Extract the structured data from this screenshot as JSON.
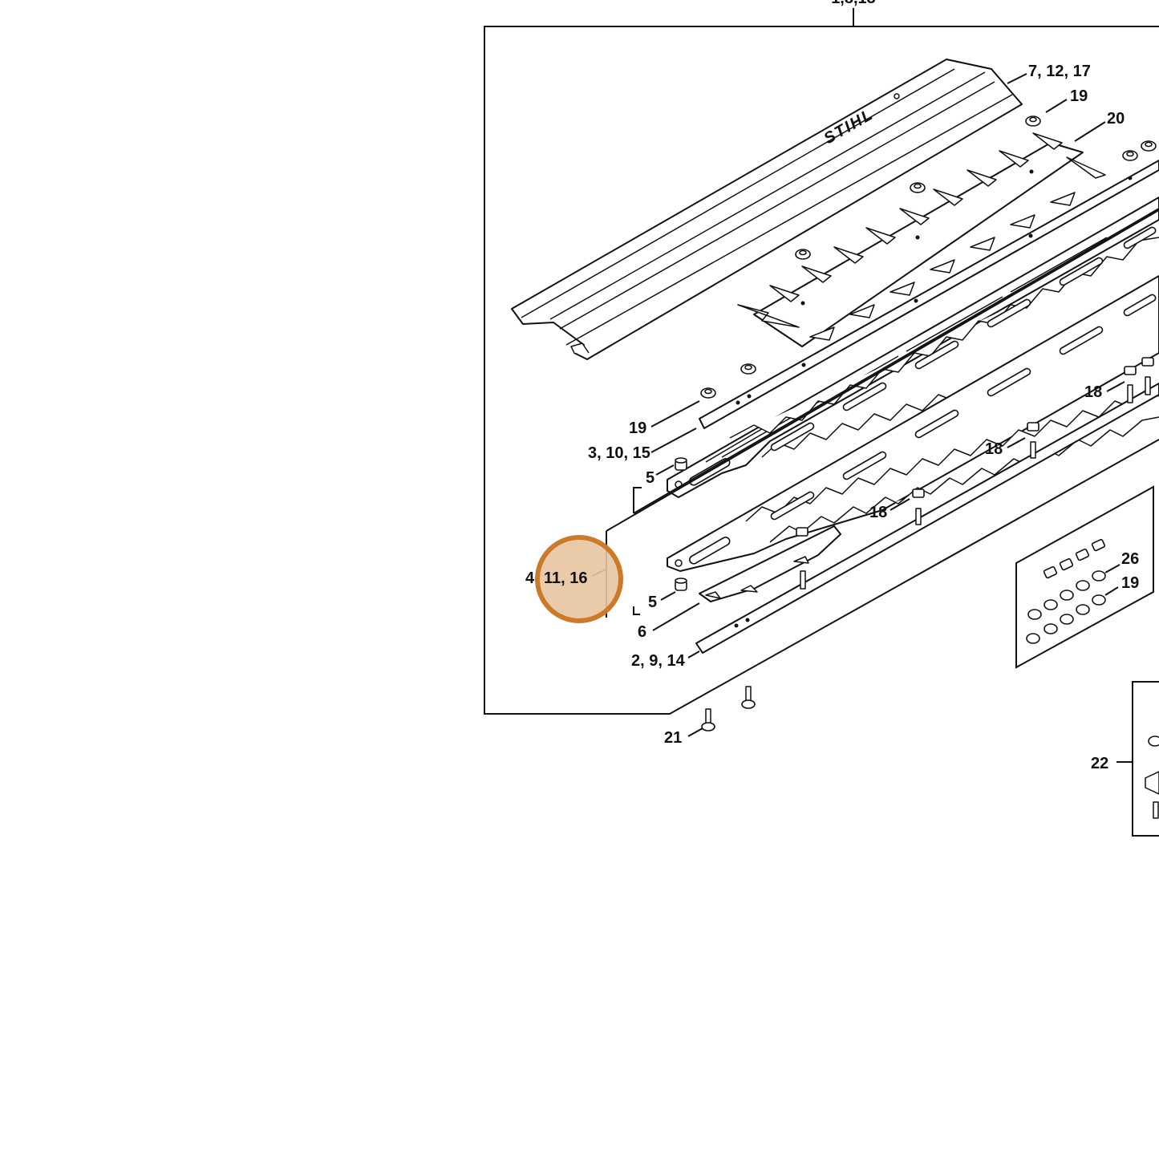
{
  "brand_text": "STIHL",
  "top_label": "1,8,13",
  "callouts": {
    "c_7_12_17": "7, 12, 17",
    "c_19_top": "19",
    "c_20": "20",
    "c_19_left": "19",
    "c_3_10_15": "3, 10, 15",
    "c_5_top": "5",
    "c_4": "4",
    "c_11_16": "11, 16",
    "c_5_bottom": "5",
    "c_6": "6",
    "c_2_9_14": "2, 9, 14",
    "c_21": "21",
    "c_18_right": "18",
    "c_18_mid": "18",
    "c_18_left": "18",
    "c_26": "26",
    "c_19_kit": "19",
    "c_22": "22"
  },
  "highlight": {
    "target": "11, 16",
    "fill": "#e8c5a0",
    "stroke": "#cc7a2a"
  }
}
